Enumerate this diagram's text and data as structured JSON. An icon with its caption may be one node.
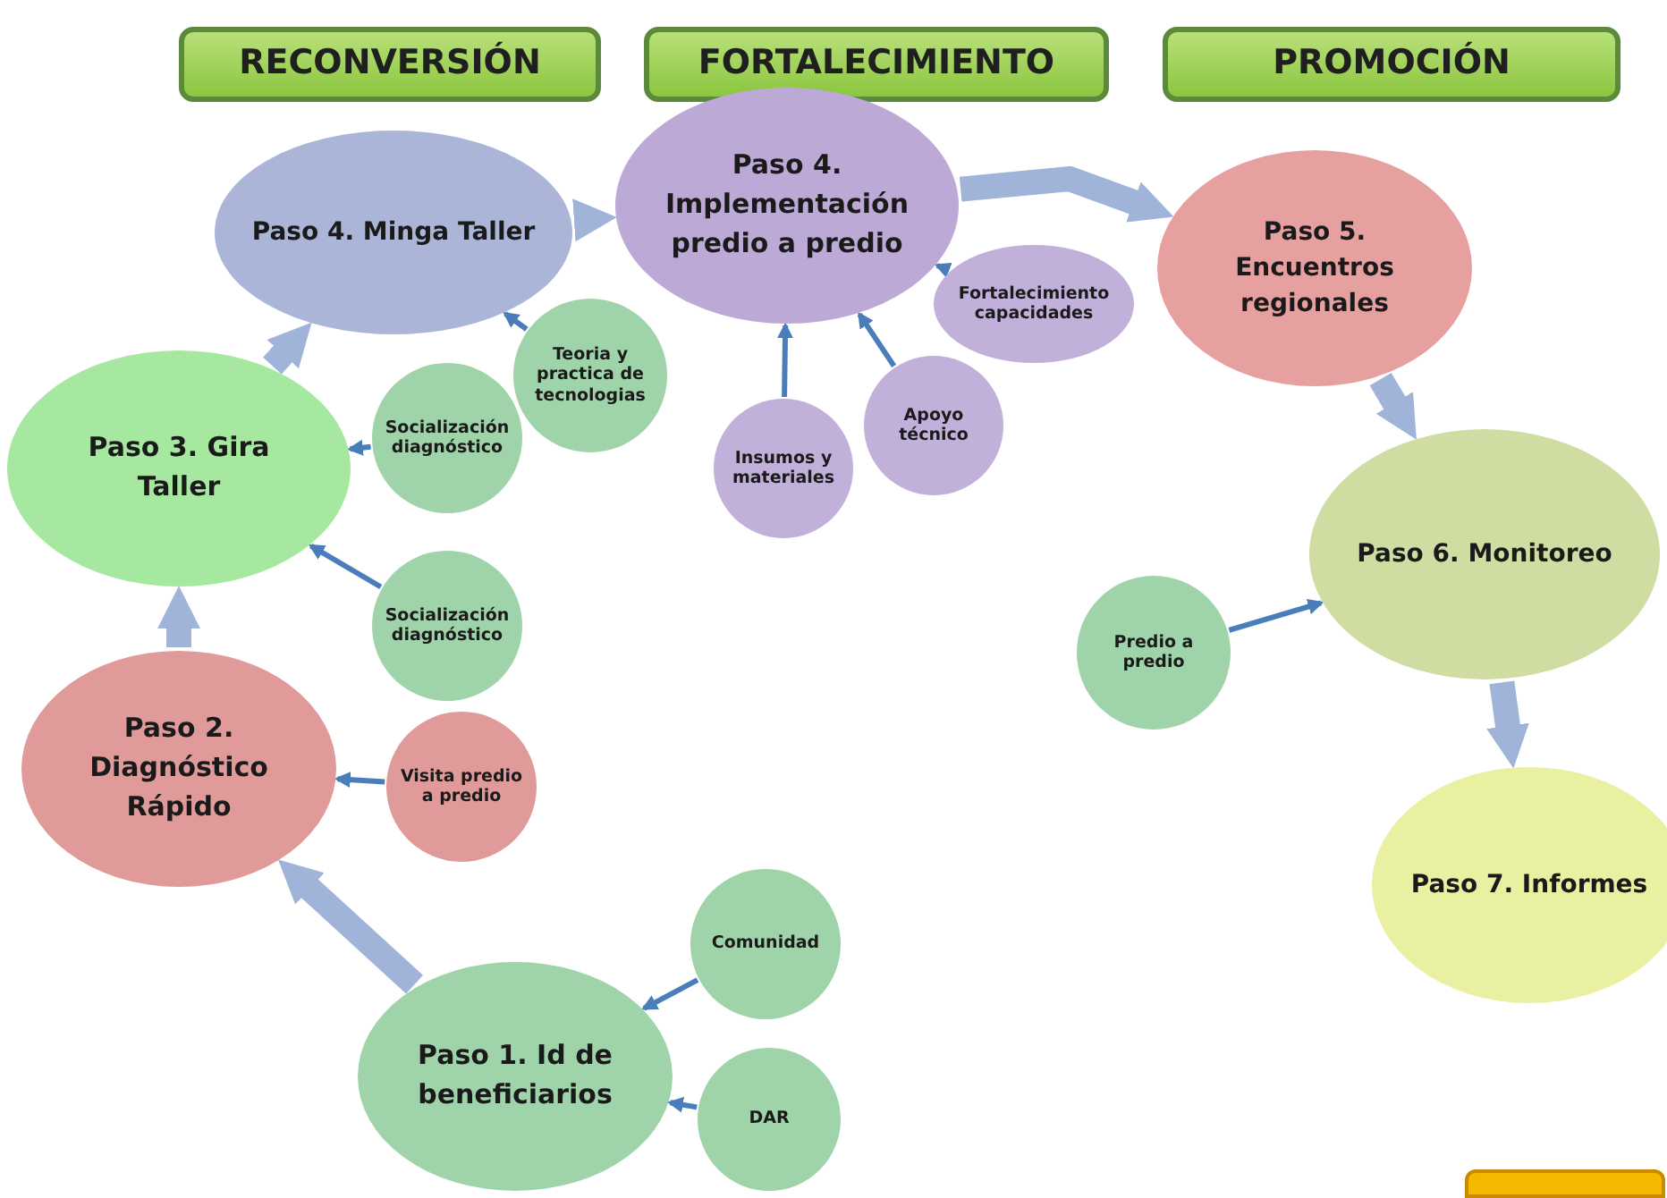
{
  "diagram": {
    "nodes": [
      {
        "text": [
          "RECONVERSIÓN"
        ]
      },
      {
        "text": [
          "FORTALECIMIENTO"
        ]
      },
      {
        "text": [
          "PROMOCIÓN"
        ]
      },
      {
        "text": [
          "Paso 4. Minga Taller"
        ]
      },
      {
        "text": [
          "Paso 4. Implementación predio a predio"
        ]
      },
      {
        "text": [
          "Paso 5. Encuentros regionales"
        ]
      },
      {
        "text": [
          "Fortalecimiento capacidades"
        ]
      },
      {
        "text": [
          "Teoria y practica de tecnologias"
        ]
      },
      {
        "text": [
          "Paso 3. Gira Taller"
        ]
      },
      {
        "text": [
          "Socialización diagnóstico"
        ]
      },
      {
        "text": [
          "Insumos y materiales"
        ]
      },
      {
        "text": [
          "Apoyo técnico"
        ]
      },
      {
        "text": [
          "Paso 6. Monitoreo"
        ]
      },
      {
        "text": [
          "Socialización diagnóstico"
        ]
      },
      {
        "text": [
          "Predio a predio"
        ]
      },
      {
        "text": [
          "Paso 2. Diagnóstico Rápido"
        ]
      },
      {
        "text": [
          "Visita predio a predio"
        ]
      },
      {
        "text": [
          "Paso 7. Informes"
        ]
      },
      {
        "text": [
          "Comunidad"
        ]
      },
      {
        "text": [
          "Paso 1. Id de beneficiarios"
        ]
      },
      {
        "text": [
          "DAR"
        ]
      },
      {
        "text": [],
        "shape": "box"
      }
    ],
    "edges": [
      {
        "from": 7,
        "to": 3,
        "arrow": "to"
      },
      {
        "from": 6,
        "to": 4,
        "arrow": "to"
      },
      {
        "from": 10,
        "to": 4,
        "arrow": "to"
      },
      {
        "from": 11,
        "to": 4,
        "arrow": "to"
      },
      {
        "from": 9,
        "to": 8,
        "arrow": "to"
      },
      {
        "from": 13,
        "to": 8,
        "arrow": "to"
      },
      {
        "from": 16,
        "to": 15,
        "arrow": "to"
      },
      {
        "from": 18,
        "to": 19,
        "arrow": "to"
      },
      {
        "from": 20,
        "to": 19,
        "arrow": "to"
      },
      {
        "from": 14,
        "to": 12,
        "arrow": "to"
      },
      {
        "from": 19,
        "to": 15,
        "arrow": "to",
        "style": "thick",
        "color": "#9fb4d8"
      },
      {
        "from": 15,
        "to": 8,
        "arrow": "to",
        "style": "thick",
        "color": "#9fb4d8"
      },
      {
        "from": 8,
        "to": 3,
        "arrow": "to",
        "style": "thick",
        "color": "#9fb4d8"
      },
      {
        "from": 3,
        "to": 4,
        "arrow": "to",
        "style": "thick",
        "color": "#9fb4d8"
      },
      {
        "from": 4,
        "to": 5,
        "arrow": "to",
        "style": "thick",
        "color": "#9fb4d8"
      },
      {
        "from": 5,
        "to": 12,
        "arrow": "to",
        "style": "thick",
        "color": "#9fb4d8"
      },
      {
        "from": 12,
        "to": 17,
        "arrow": "to",
        "style": "thick",
        "color": "#9fb4d8"
      }
    ]
  }
}
